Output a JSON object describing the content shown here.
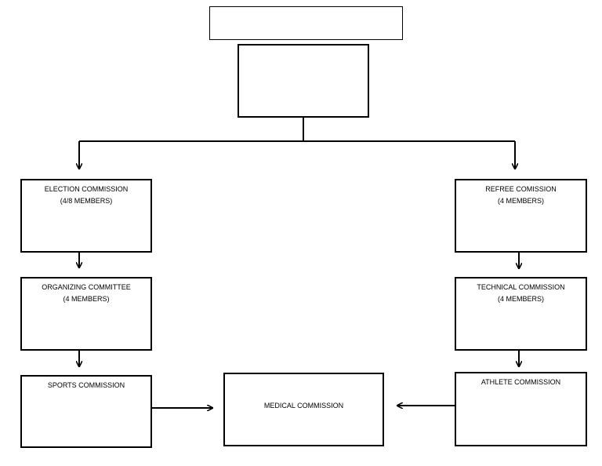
{
  "diagram": {
    "top_banner": {
      "text": ""
    },
    "top_box": {
      "text": ""
    },
    "left_column": [
      {
        "title": "ELECTION COMMISSION",
        "subtitle": "(4/8 MEMBERS)"
      },
      {
        "title": "ORGANIZING COMMITTEE",
        "subtitle": "(4 MEMBERS)"
      },
      {
        "title": "SPORTS COMMISSION",
        "subtitle": ""
      }
    ],
    "right_column": [
      {
        "title": "REFREE COMISSION",
        "subtitle": "(4 MEMBERS)"
      },
      {
        "title": "TECHNICAL COMMISSION",
        "subtitle": "(4 MEMBERS)"
      },
      {
        "title": "ATHLETE COMMISSION",
        "subtitle": ""
      }
    ],
    "center_box": {
      "title": "MEDICAL COMMISSION"
    }
  }
}
